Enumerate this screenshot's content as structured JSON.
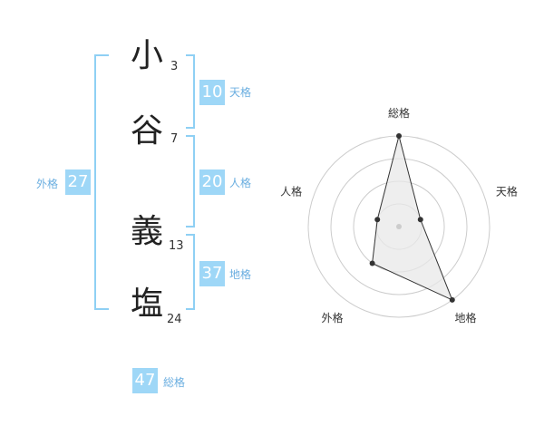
{
  "name": {
    "chars": [
      {
        "char": "小",
        "strokes": "3"
      },
      {
        "char": "谷",
        "strokes": "7"
      },
      {
        "char": "義",
        "strokes": "13"
      },
      {
        "char": "塩",
        "strokes": "24"
      }
    ]
  },
  "fortunes": {
    "tenkaku": {
      "label": "天格",
      "value": "10"
    },
    "jinkaku": {
      "label": "人格",
      "value": "20"
    },
    "chikaku": {
      "label": "地格",
      "value": "37"
    },
    "gaikaku": {
      "label": "外格",
      "value": "27"
    },
    "soukaku": {
      "label": "総格",
      "value": "47"
    }
  },
  "radar": {
    "axes": [
      "総格",
      "天格",
      "地格",
      "外格",
      "人格"
    ],
    "values": [
      4,
      1,
      4,
      2,
      1
    ],
    "max": 4,
    "colors": {
      "ring": "#cccccc",
      "fill": "#e8e8e8",
      "line": "#333333",
      "dot": "#333333",
      "center": "#cccccc"
    }
  },
  "colors": {
    "badge": "#9ed7f7",
    "bracket": "#8fd0f4",
    "label": "#6aaee0"
  }
}
